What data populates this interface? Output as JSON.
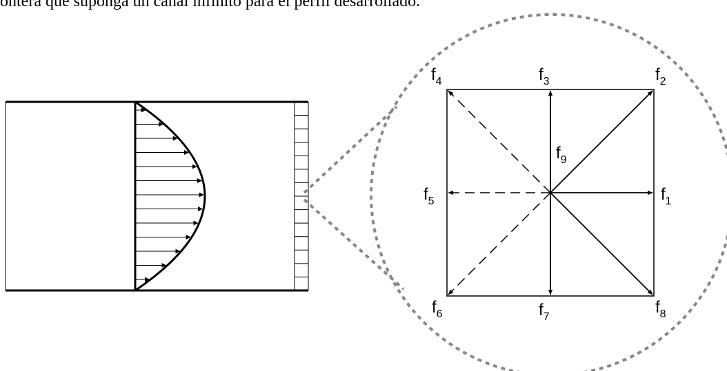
{
  "caption": "ontera que suponga un canal infinito para el perfil desarrollado.",
  "labels": {
    "f1": {
      "base": "f",
      "sub": "1"
    },
    "f2": {
      "base": "f",
      "sub": "2"
    },
    "f3": {
      "base": "f",
      "sub": "3"
    },
    "f4": {
      "base": "f",
      "sub": "4"
    },
    "f5": {
      "base": "f",
      "sub": "5"
    },
    "f6": {
      "base": "f",
      "sub": "6"
    },
    "f7": {
      "base": "f",
      "sub": "7"
    },
    "f8": {
      "base": "f",
      "sub": "8"
    },
    "f9": {
      "base": "f",
      "sub": "9"
    }
  }
}
